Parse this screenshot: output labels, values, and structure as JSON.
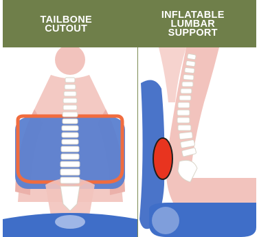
{
  "header": {
    "left_title": "TAILBONE\nCUTOUT",
    "right_title": "INFLATABLE\nLUMBAR\nSUPPORT"
  },
  "icons": {
    "left": "tailbone-cutout-illustration",
    "right": "inflatable-lumbar-support-illustration"
  },
  "colors": {
    "header_bg": "#6f7f4a",
    "header_text": "#ffffff",
    "cushion_blue": "#4a74c9",
    "skin_pink": "#f2b9b2",
    "cutout_orange": "#f06c3f",
    "lumbar_red": "#e8341f"
  }
}
